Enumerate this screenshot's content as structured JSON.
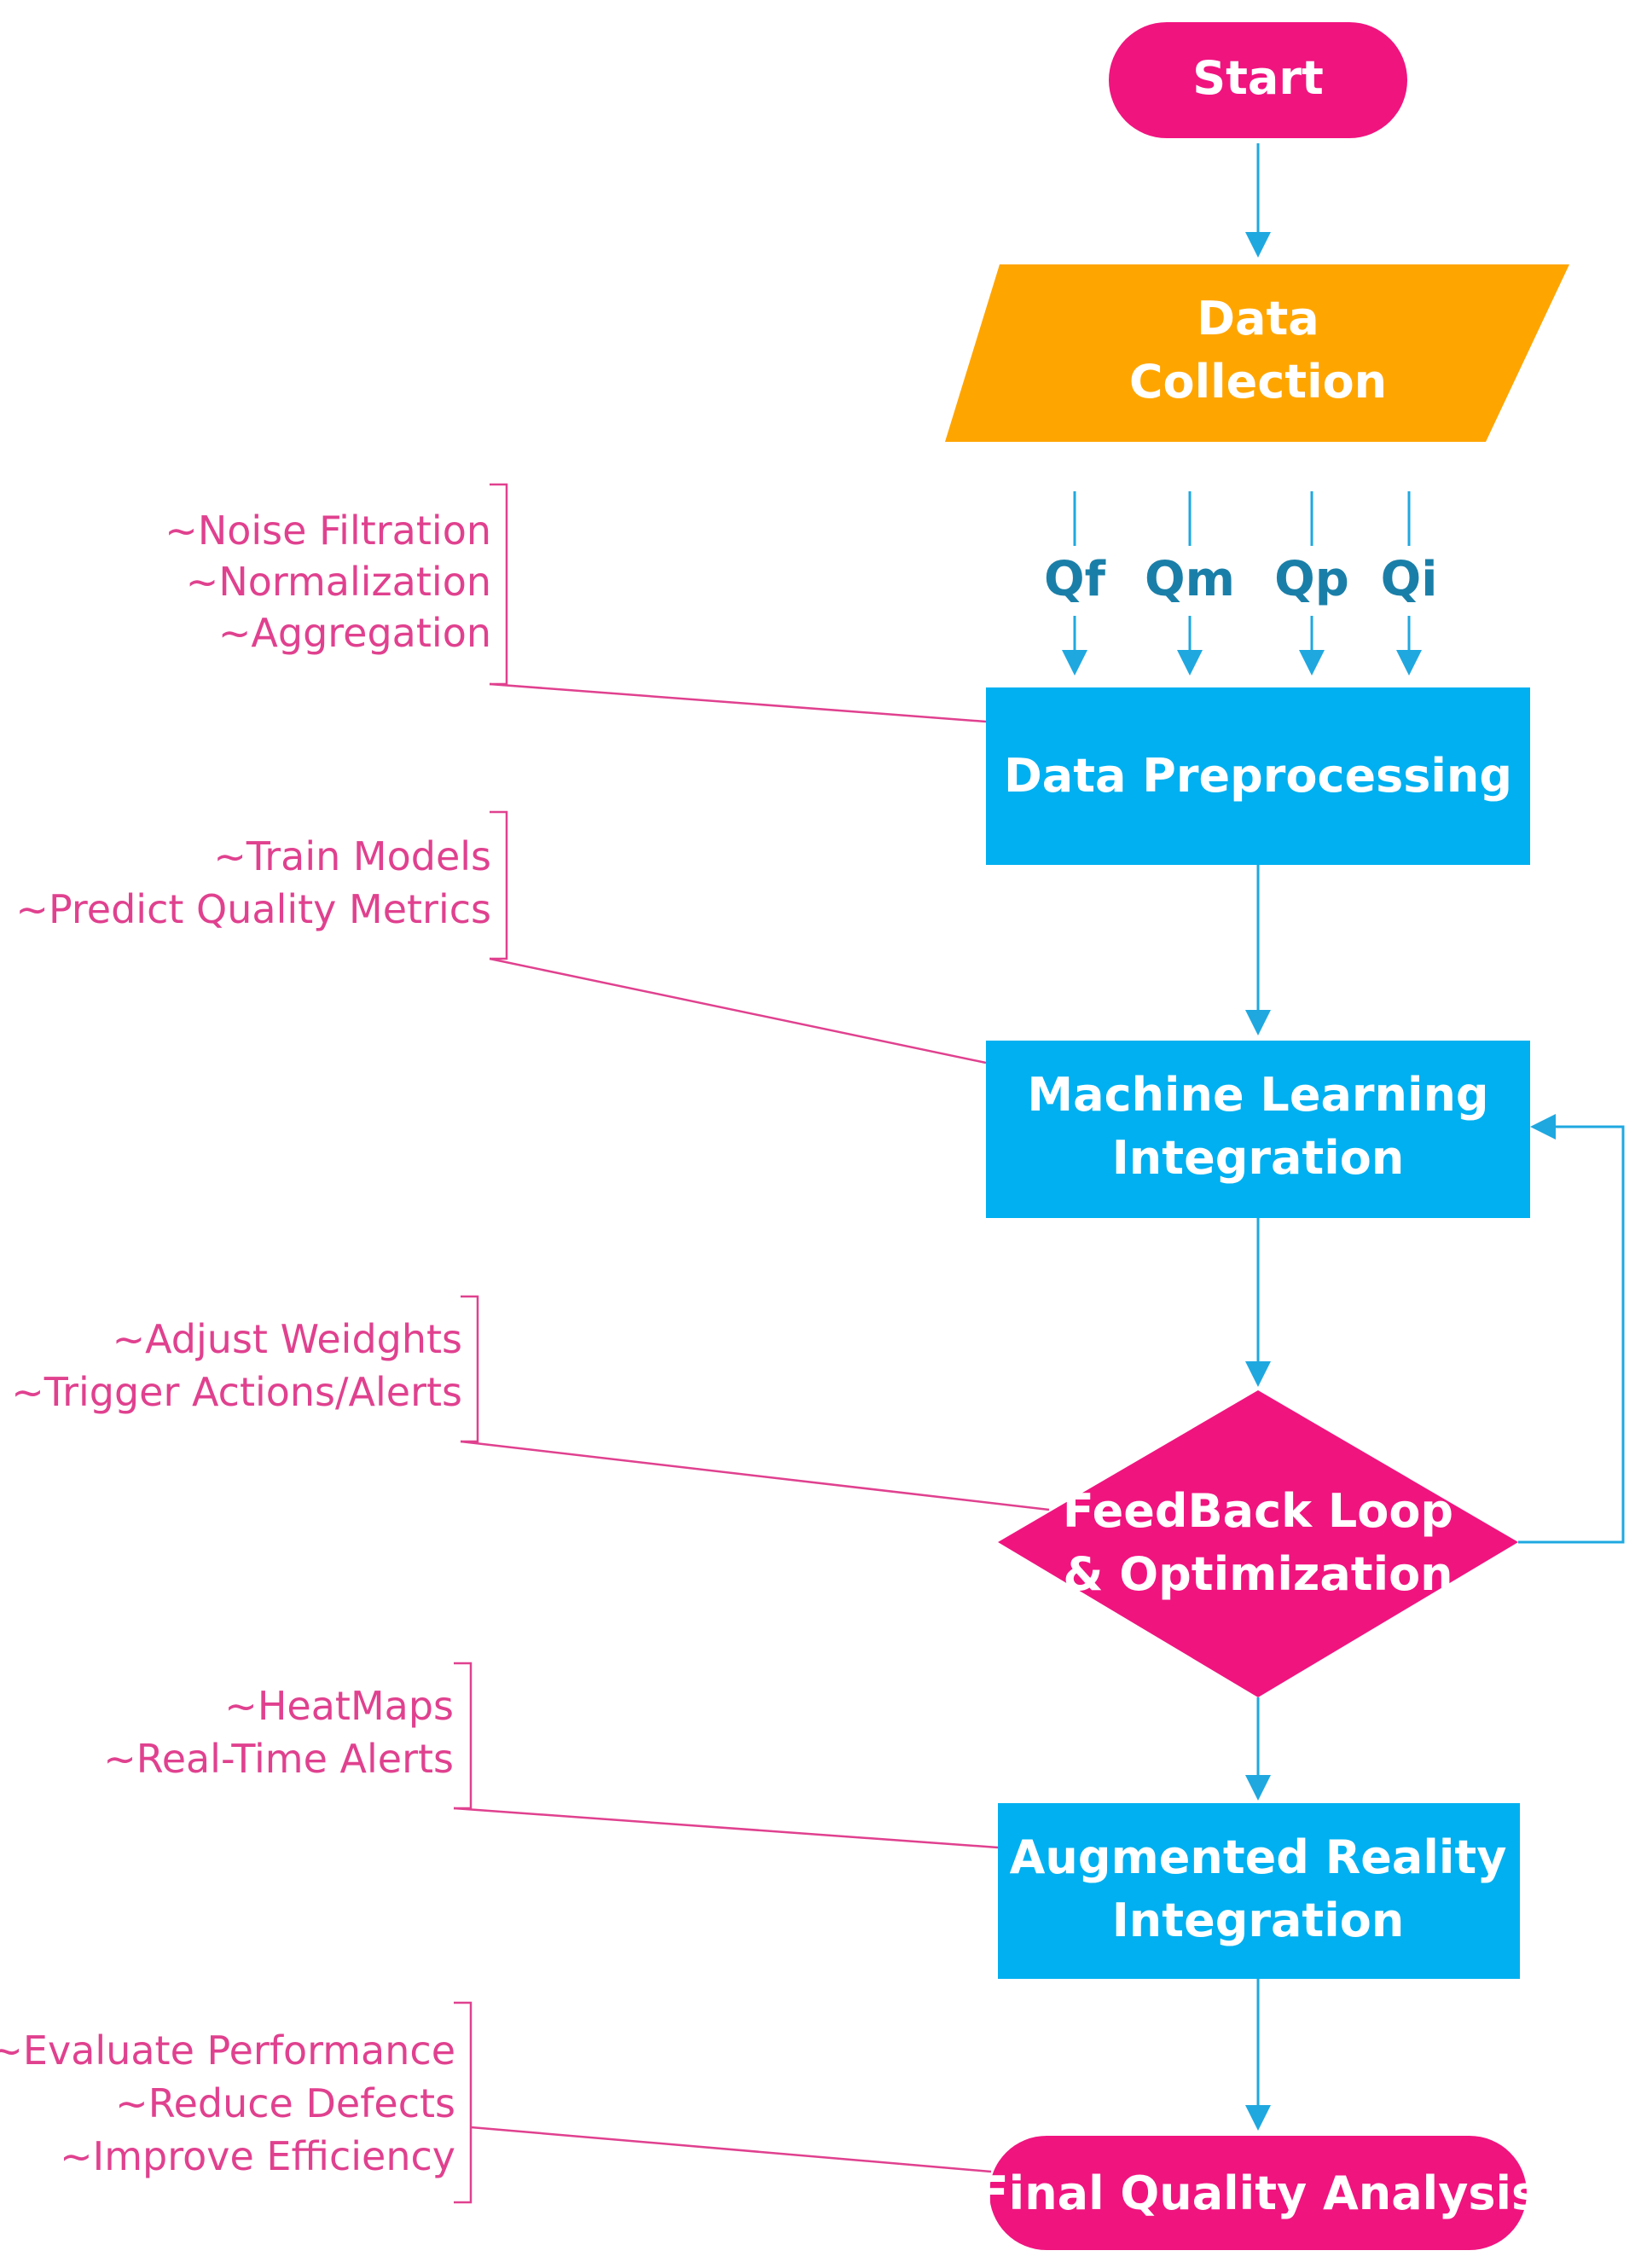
{
  "nodes": {
    "start": "Start",
    "data_collection": [
      "Data",
      "Collection"
    ],
    "data_preprocessing": "Data Preprocessing",
    "ml_integration": [
      "Machine Learning",
      "Integration"
    ],
    "feedback_loop": [
      "FeedBack Loop",
      "& Optimization"
    ],
    "ar_integration": [
      "Augmented Reality",
      "Integration"
    ],
    "final_analysis": "Final Quality Analysis"
  },
  "inputs": [
    "Qf",
    "Qm",
    "Qp",
    "Qi"
  ],
  "annotations": {
    "preprocessing": [
      "~Noise Filtration",
      "~Normalization",
      "~Aggregation"
    ],
    "ml": [
      "~Train Models",
      "~Predict Quality Metrics"
    ],
    "feedback": [
      "~Adjust Weidghts",
      "~Trigger Actions/Alerts"
    ],
    "ar": [
      "~HeatMaps",
      "~Real-Time Alerts"
    ],
    "final": [
      "~Evaluate Performance",
      "~Reduce Defects",
      "~Improve Efficiency"
    ]
  },
  "colors": {
    "pink": "#f0147f",
    "orange": "#ffa500",
    "blue": "#00b0f0",
    "arrow": "#1fa8e0",
    "note_text": "#e0418f",
    "note_line": "#e0418f"
  }
}
